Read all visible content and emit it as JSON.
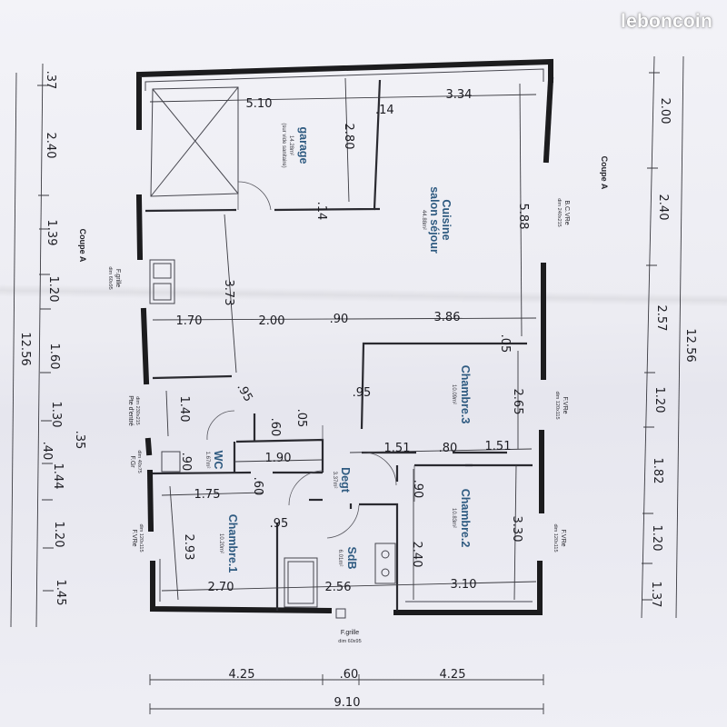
{
  "brand": {
    "name": "leboncoin"
  },
  "rooms": {
    "garage": {
      "label": "garage",
      "area": "14.28m²",
      "note": "(sur vide sanitaire)"
    },
    "cuisine": {
      "label": "Cuisine",
      "sub": "salon séjour",
      "area": "44.88m²"
    },
    "chambre3": {
      "label": "Chambre.3",
      "area": "10.09m²"
    },
    "chambre2": {
      "label": "Chambre.2",
      "area": "10.83m²"
    },
    "chambre1": {
      "label": "Chambre.1",
      "area": "10.20m²"
    },
    "degt": {
      "label": "Degt",
      "area": "3.37m²"
    },
    "wc": {
      "label": "WC",
      "area": "1.67m²"
    },
    "sdb": {
      "label": "SdB",
      "area": "6.01m²"
    }
  },
  "openings": {
    "bc_vre": {
      "name": "B.C.VRe",
      "dim": "dim 240x215"
    },
    "f_grille_left": {
      "name": "F.grille",
      "dim": "dim 60x95"
    },
    "pte_entree": {
      "name": "Pte d'entré",
      "dim": "dim 230x215"
    },
    "f_gr": {
      "name": "F.Gr",
      "dim": "dim 40x75"
    },
    "f_vre_left": {
      "name": "F.VRe",
      "dim": "dim 120x115"
    },
    "f_vre_right1": {
      "name": "F.VRe",
      "dim": "dim 120x115"
    },
    "f_vre_right2": {
      "name": "F.VRe",
      "dim": "dim 120x115"
    },
    "f_grille_bottom": {
      "name": "F.grille",
      "dim": "dim 60x95"
    }
  },
  "section": {
    "left": "Coupe A",
    "right": "Coupe A"
  },
  "dims": {
    "garage_w": "5.10",
    "cuisine_w": "3.34",
    "wall14_top": ".14",
    "garage_h": "2.80",
    "wall14_mid": ".14",
    "cuisine_h": "5.88",
    "d373": "3.73",
    "d170": "1.70",
    "d200": "2.00",
    "d090": ".90",
    "d386": "3.86",
    "d095a": ".95",
    "d095b": ".95",
    "d095c": ".95",
    "d140": "1.40",
    "d060a": ".60",
    "d005": ".05",
    "d005b": ".05",
    "d151a": "1.51",
    "d080": ".80",
    "d151b": "1.51",
    "d265": "2.65",
    "d090b": ".90",
    "d190": "1.90",
    "d060b": ".60",
    "d090c": ".90",
    "d175": "1.75",
    "d293": "2.93",
    "d240": "2.40",
    "d330": "3.30",
    "d270": "2.70",
    "d256": "2.56",
    "d310": "3.10",
    "b425a": "4.25",
    "b060": ".60",
    "b425b": "4.25",
    "b910": "9.10",
    "l37": ".37",
    "l240": "2.40",
    "l139": "1.39",
    "l120a": "1.20",
    "l1256": "12.56",
    "l160": "1.60",
    "l130": "1.30",
    "l35": ".35",
    "l40": ".40",
    "l144": "1.44",
    "l120b": "1.20",
    "l145": "1.45",
    "r200": "2.00",
    "r240": "2.40",
    "r257": "2.57",
    "r1256": "12.56",
    "r120a": "1.20",
    "r182": "1.82",
    "r120b": "1.20",
    "r137": "1.37"
  }
}
